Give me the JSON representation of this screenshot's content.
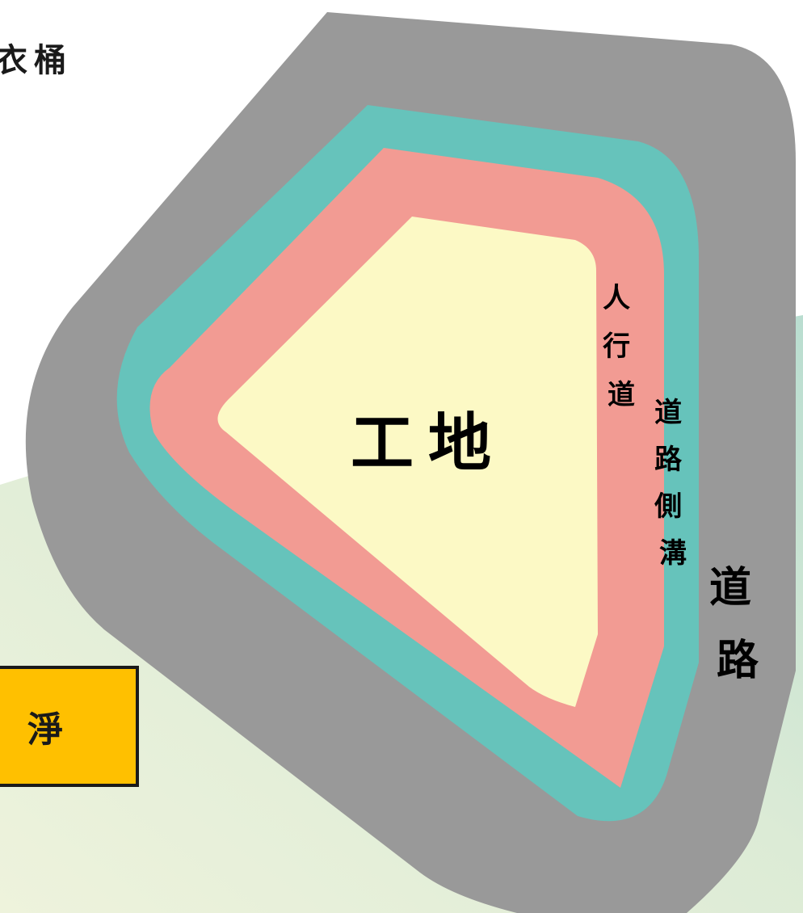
{
  "title_fragment": "衣桶",
  "labels": {
    "site": "工地",
    "sidewalk": "人行道",
    "gutter": "道路側溝",
    "road": "道路"
  },
  "callout": {
    "text": "淨"
  },
  "colors": {
    "road": "#999999",
    "gutter": "#66c3bb",
    "sidewalk": "#f29b93",
    "site": "#fcf9c5",
    "callout_fill": "#ffc000",
    "background_green": "#cfe4d2"
  }
}
